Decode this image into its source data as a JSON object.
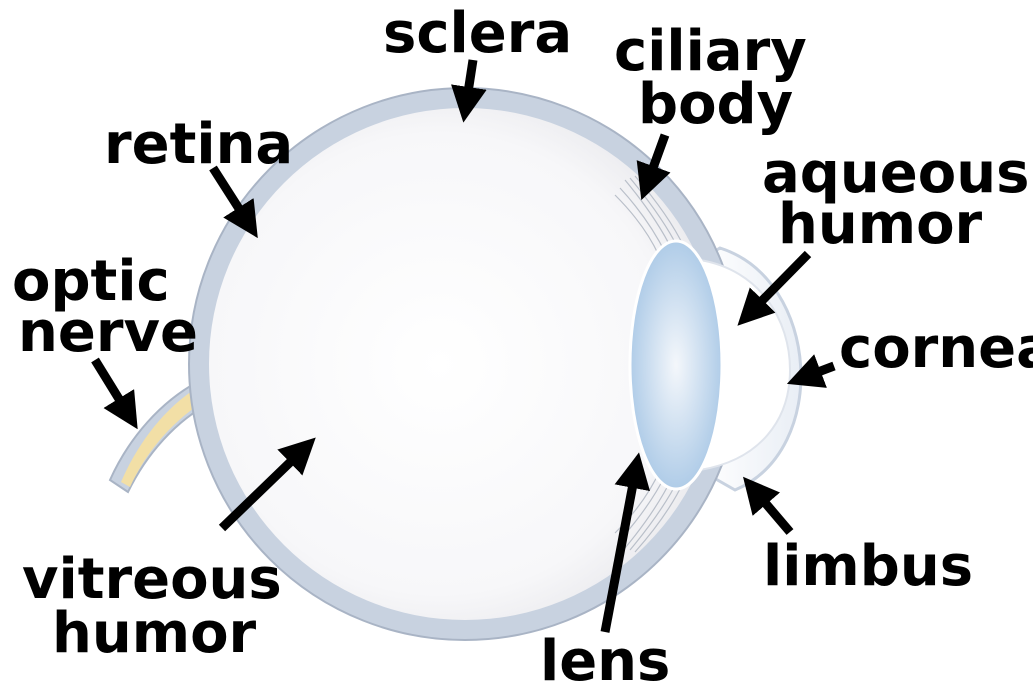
{
  "labels": {
    "sclera": "sclera",
    "ciliary_1": "ciliary",
    "ciliary_2": "body",
    "retina": "retina",
    "aqueous_1": "aqueous",
    "aqueous_2": "humor",
    "optic_1": "optic",
    "optic_2": "nerve",
    "cornea": "cornea",
    "vitreous_1": "vitreous",
    "vitreous_2": "humor",
    "lens": "lens",
    "limbus": "limbus"
  },
  "colors": {
    "sclera": "#c8d2e0",
    "sclera_edge": "#a9b4c5",
    "retina": "#f2dfa6",
    "vitreous_center": "#ffffff",
    "vitreous_edge": "#e8e8ec",
    "lens_center": "#f3f7fb",
    "lens_edge": "#a9c8e6",
    "cornea": "#f7f9fc",
    "arrow": "#000000"
  }
}
